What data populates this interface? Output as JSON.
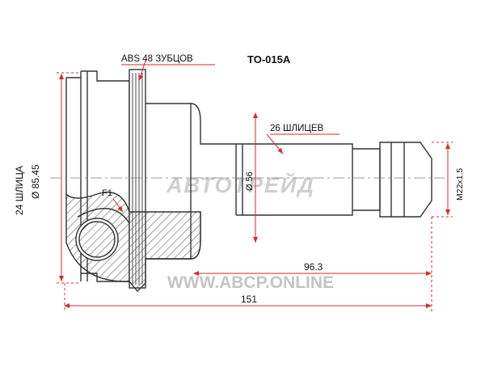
{
  "part_number": "TO-015A",
  "labels": {
    "abs_teeth": "ABS 48 ЗУБЦОВ",
    "outer_splines": "26 ШЛИЦЕВ",
    "inner_splines": "24 ШЛИЦА",
    "outer_diameter": "Ø 85.45",
    "shaft_diameter": "Ø 56",
    "thread": "M22x1.5",
    "f1": "F1",
    "shaft_length": "96.3",
    "total_length": "151"
  },
  "watermarks": {
    "brand": "АВТОТРЕЙД",
    "site": "WWW.ABCP.ONLINE"
  },
  "colors": {
    "line": "#333333",
    "dimension": "#d42a2a",
    "watermark": "#c8c8c8"
  }
}
